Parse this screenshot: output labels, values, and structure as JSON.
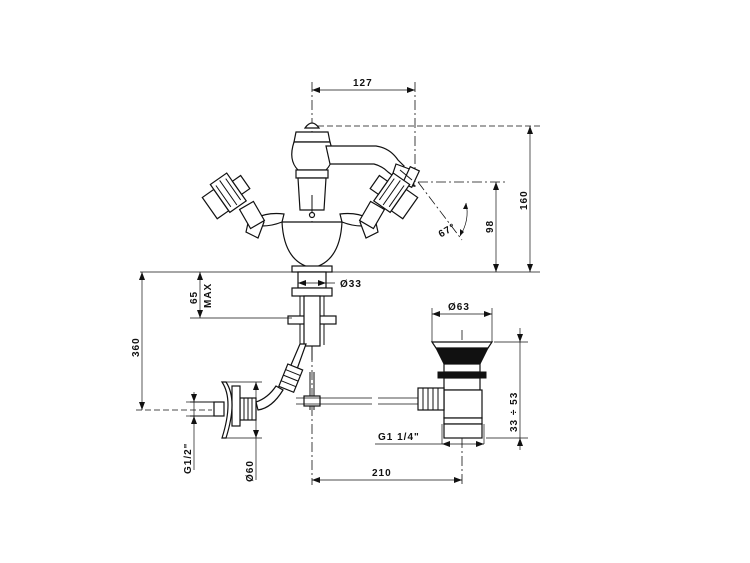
{
  "dimensions": {
    "spout_reach": "127",
    "total_height": "160",
    "spout_height": "98",
    "angle": "67°",
    "tap_diameter": "Ø33",
    "max_deck": "65",
    "max_label": "MAX",
    "below_deck": "360",
    "waste_diameter": "Ø63",
    "waste_length": "33 ÷ 53",
    "waste_thread": "G1 1/4\"",
    "connection_thread": "G1/2\"",
    "rosette_diameter": "Ø60",
    "tap_to_waste": "210"
  }
}
